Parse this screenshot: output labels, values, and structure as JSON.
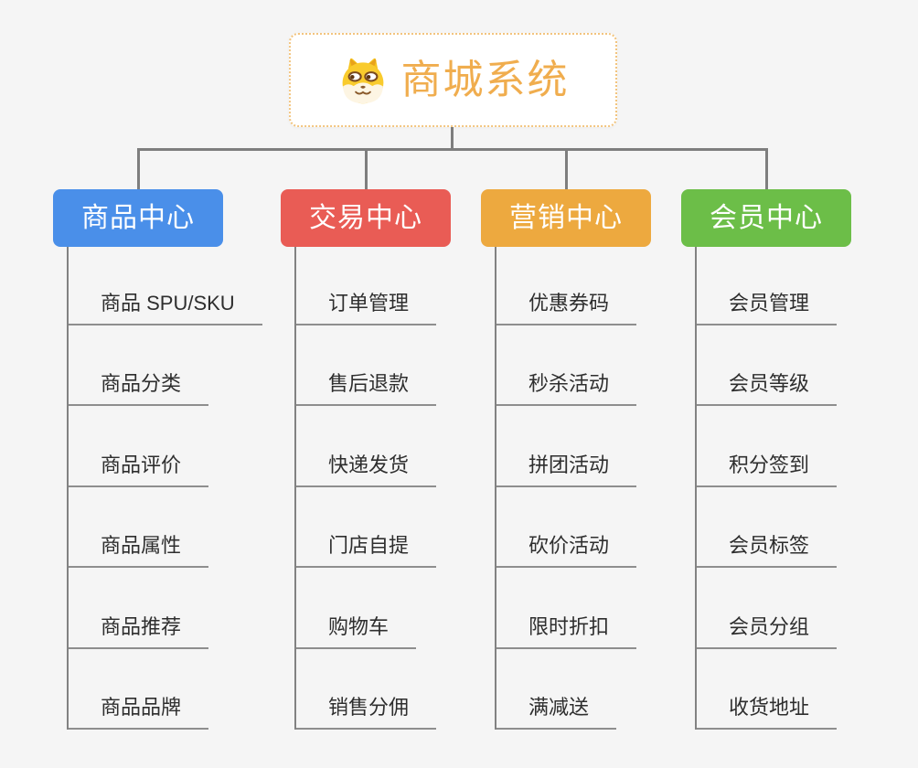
{
  "page": {
    "background_color": "#f5f5f5",
    "connector_color": "#7e7e7e",
    "underline_color": "#8e8e8e",
    "item_text_color": "#2e2e2e"
  },
  "root": {
    "title": "商城系统",
    "icon": "dog-face-icon",
    "title_color": "#f0ad4e",
    "border_color": "#f2c47e",
    "fill_color": "#ffffff"
  },
  "branches": [
    {
      "label": "商品中心",
      "color": "#4a8fe9",
      "items": [
        "商品 SPU/SKU",
        "商品分类",
        "商品评价",
        "商品属性",
        "商品推荐",
        "商品品牌"
      ]
    },
    {
      "label": "交易中心",
      "color": "#e95c55",
      "items": [
        "订单管理",
        "售后退款",
        "快递发货",
        "门店自提",
        "购物车",
        "销售分佣"
      ]
    },
    {
      "label": "营销中心",
      "color": "#eda93f",
      "items": [
        "优惠券码",
        "秒杀活动",
        "拼团活动",
        "砍价活动",
        "限时折扣",
        "满减送"
      ]
    },
    {
      "label": "会员中心",
      "color": "#6cbe48",
      "items": [
        "会员管理",
        "会员等级",
        "积分签到",
        "会员标签",
        "会员分组",
        "收货地址"
      ]
    }
  ]
}
